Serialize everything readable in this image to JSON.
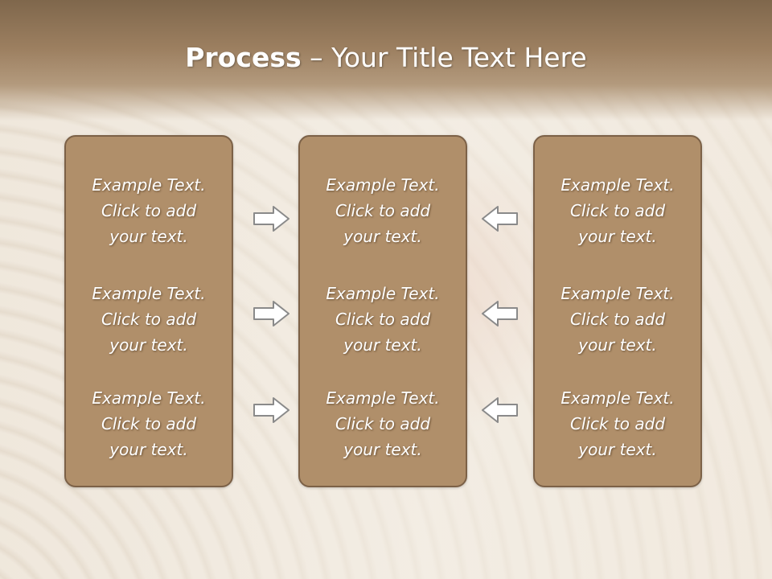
{
  "slide": {
    "title_bold": "Process",
    "title_rest": " – Your Title Text Here"
  },
  "columns": [
    {
      "items": [
        {
          "line1": "Example Text.",
          "line2": "Click  to add",
          "line3": "your text."
        },
        {
          "line1": "Example Text.",
          "line2": "Click  to add",
          "line3": "your text."
        },
        {
          "line1": "Example Text.",
          "line2": "Click  to add",
          "line3": "your text."
        }
      ]
    },
    {
      "items": [
        {
          "line1": "Example Text.",
          "line2": "Click  to add",
          "line3": "your text."
        },
        {
          "line1": "Example Text.",
          "line2": "Click  to add",
          "line3": "your text."
        },
        {
          "line1": "Example Text.",
          "line2": "Click  to add",
          "line3": "your text."
        }
      ]
    },
    {
      "items": [
        {
          "line1": "Example Text.",
          "line2": "Click  to add",
          "line3": "your text."
        },
        {
          "line1": "Example Text.",
          "line2": "Click  to add",
          "line3": "your text."
        },
        {
          "line1": "Example Text.",
          "line2": "Click  to add",
          "line3": "your text."
        }
      ]
    }
  ],
  "icons": {
    "left_arrows": "arrow-right-icon",
    "right_arrows": "arrow-left-icon"
  },
  "colors": {
    "panel_fill": "#b08f6a",
    "panel_border": "#7c6147",
    "header": "#8c7356",
    "arrow_fill": "#ffffff",
    "arrow_stroke": "#8a8a8a"
  }
}
